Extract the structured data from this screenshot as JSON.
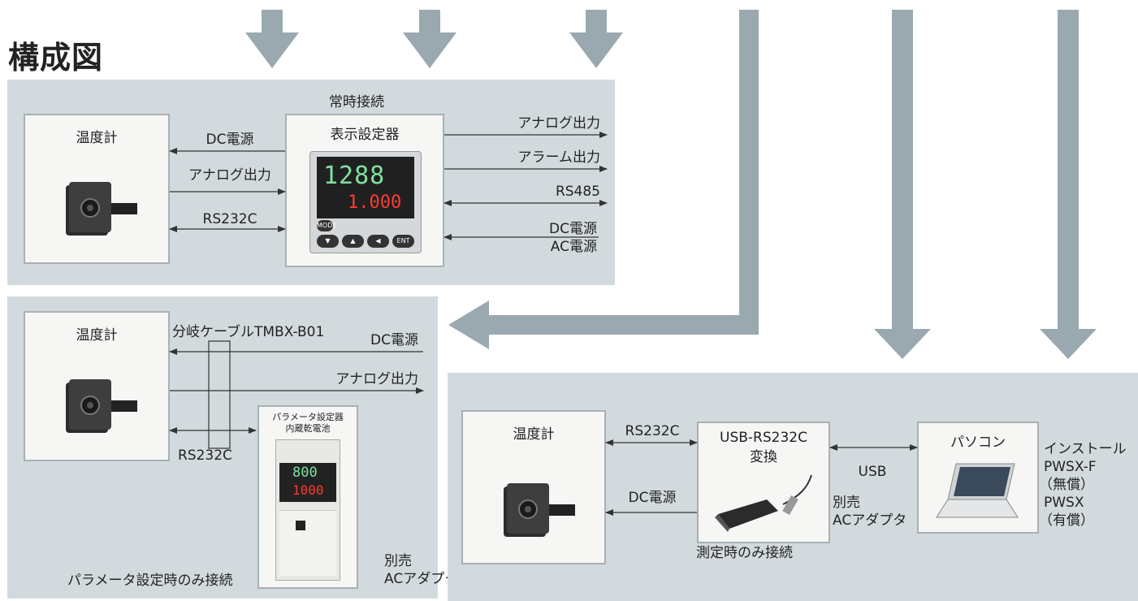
{
  "title": "構成図",
  "panel_top": {
    "caption": "常時接続",
    "thermometer_label": "温度計",
    "display_label": "表示設定器",
    "left_arrows": [
      "DC電源",
      "アナログ出力",
      "RS232C"
    ],
    "right_outputs": [
      "アナログ出力",
      "アラーム出力",
      "RS485"
    ],
    "right_inputs": [
      "DC電源",
      "AC電源"
    ],
    "display_digits_top": "1288",
    "display_digits_bottom": "1.000",
    "display_buttons": [
      "MODE",
      "▼",
      "▲",
      "◀",
      "ENT"
    ]
  },
  "panel_left": {
    "thermometer_label": "温度計",
    "cable_label": "分岐ケーブルTMBX-B01",
    "line_labels": [
      "DC電源",
      "アナログ出力"
    ],
    "rs_label": "RS232C",
    "param_device_label": [
      "パラメータ設定器",
      "内蔵乾電池"
    ],
    "param_digits_top": "800",
    "param_digits_bottom": "1000",
    "caption": "パラメータ設定時のみ接続",
    "adapter_label": [
      "別売",
      "ACアダプタ"
    ]
  },
  "panel_right": {
    "thermometer_label": "温度計",
    "rs_label": "RS232C",
    "dc_label": "DC電源",
    "converter_label": [
      "USB-RS232C",
      "変換"
    ],
    "usb_label": "USB",
    "pc_label": "パソコン",
    "adapter_label": [
      "別売",
      "ACアダプタ"
    ],
    "caption": "測定時のみ接続",
    "install_label": [
      "インストール",
      "PWSX-F",
      "（無償）",
      "PWSX",
      "（有償）"
    ]
  },
  "colors": {
    "panel": "#d3dade",
    "box_border": "#a9b0b4",
    "flow_arrow": "#9aa9b0",
    "digit_green": "#7fe0a0",
    "digit_red": "#ff3b30"
  }
}
